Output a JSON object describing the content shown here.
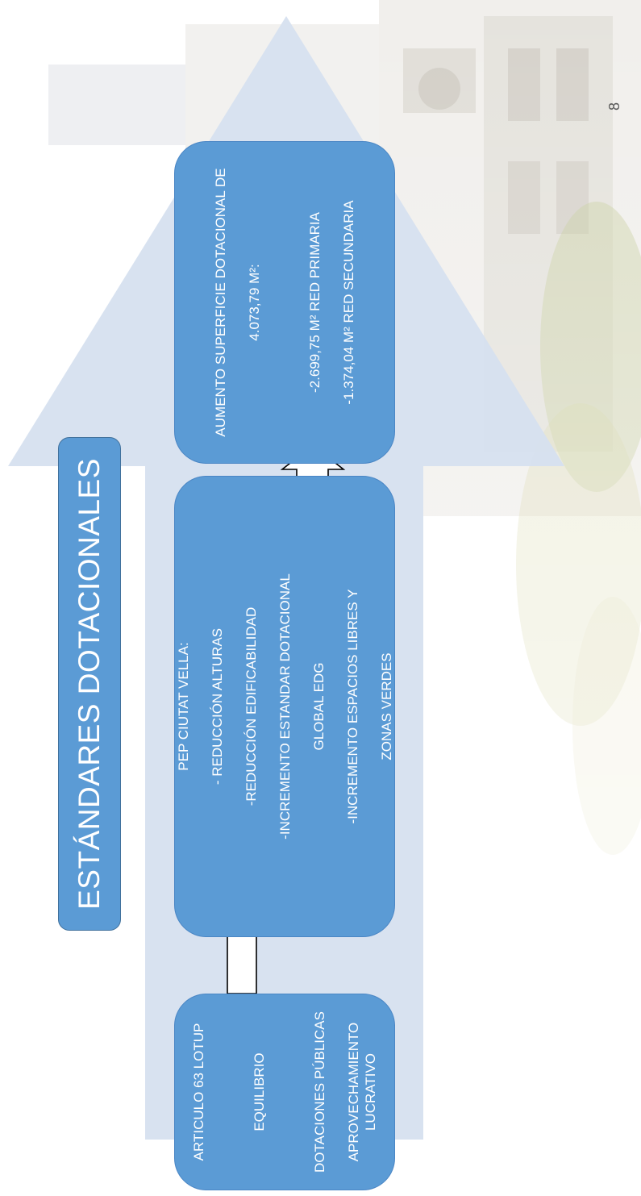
{
  "title": "ESTÁNDARES DOTACIONALES",
  "page_number": "8",
  "cards": [
    {
      "id": "card-articulo-63",
      "lines": [
        "ARTICULO 63 LOTUP",
        "EQUILIBRIO",
        "DOTACIONES PÚBLICAS",
        "APROVECHAMIENTO LUCRATIVO"
      ]
    },
    {
      "id": "card-pep-ciutat-vella",
      "lines": [
        "PEP CIUTAT VELLA:",
        "- REDUCCIÓN ALTURAS",
        "-REDUCCIÓN EDIFICABILIDAD",
        "-INCREMENTO ESTANDAR DOTACIONAL",
        "GLOBAL EDG",
        "-INCREMENTO ESPACIOS LIBRES Y",
        "ZONAS VERDES"
      ]
    },
    {
      "id": "card-aumento-superficie",
      "lines": [
        "AUMENTO SUPERFICIE DOTACIONAL DE",
        "4.073,79 M²:",
        "",
        "-2.699,75 M² RED PRIMARIA",
        "-1.374,04 M² RED SECUNDARIA"
      ]
    }
  ],
  "colors": {
    "card_fill": "#5b9bd5",
    "big_arrow": "#d6e0ef",
    "connector_fill": "#ffffff",
    "connector_stroke": "#000000"
  }
}
